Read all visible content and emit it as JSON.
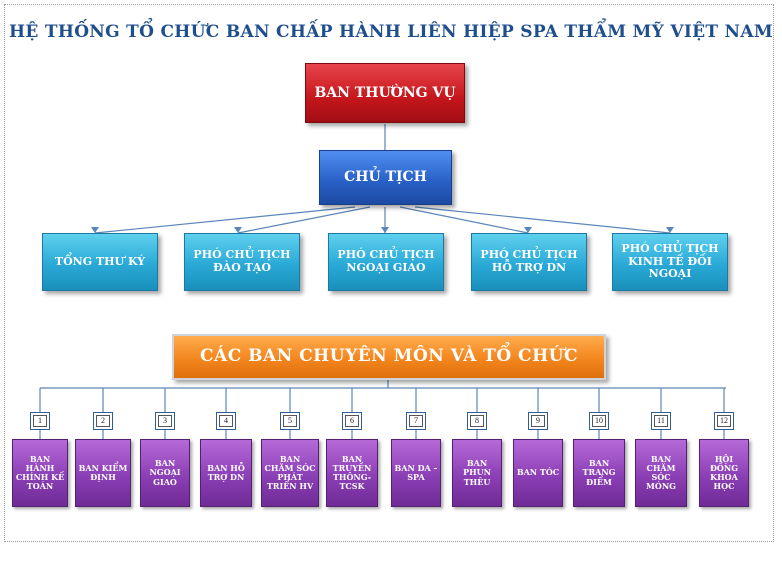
{
  "title": "HỆ THỐNG TỔ CHỨC BAN CHẤP HÀNH LIÊN HIỆP SPA THẨM MỸ VIỆT NAM",
  "top": {
    "standing": "BAN THƯỜNG VỤ",
    "chair": "CHỦ TỊCH"
  },
  "deputies": [
    "TỔNG THƯ KÝ",
    "PHÓ CHỦ TỊCH ĐÀO TẠO",
    "PHÓ CHỦ TỊCH NGOẠI GIAO",
    "PHÓ CHỦ TỊCH HỖ TRỢ DN",
    "PHÓ CHỦ TỊCH KINH TẾ ĐỐI NGOẠI"
  ],
  "departments_header": "CÁC BAN CHUYÊN MÔN VÀ TỔ CHỨC",
  "departments": [
    {
      "num": "1",
      "label": "BAN HÀNH CHÍNH KẾ TOÁN"
    },
    {
      "num": "2",
      "label": "BAN KIỂM ĐỊNH"
    },
    {
      "num": "3",
      "label": "BAN NGOẠI GIAO"
    },
    {
      "num": "4",
      "label": "BAN HỖ TRỢ DN"
    },
    {
      "num": "5",
      "label": "BAN CHĂM SÓC PHÁT TRIỂN HV"
    },
    {
      "num": "6",
      "label": "BAN TRUYỀN THÔNG-TCSK"
    },
    {
      "num": "7",
      "label": "BAN DA – SPA"
    },
    {
      "num": "8",
      "label": "BAN PHUN THÊU"
    },
    {
      "num": "9",
      "label": "BAN TÓC"
    },
    {
      "num": "10",
      "label": "BAN TRANG ĐIỂM"
    },
    {
      "num": "11",
      "label": "BAN CHĂM SÓC MÓNG"
    },
    {
      "num": "12",
      "label": "HỘI ĐỒNG KHOA HỌC"
    }
  ]
}
